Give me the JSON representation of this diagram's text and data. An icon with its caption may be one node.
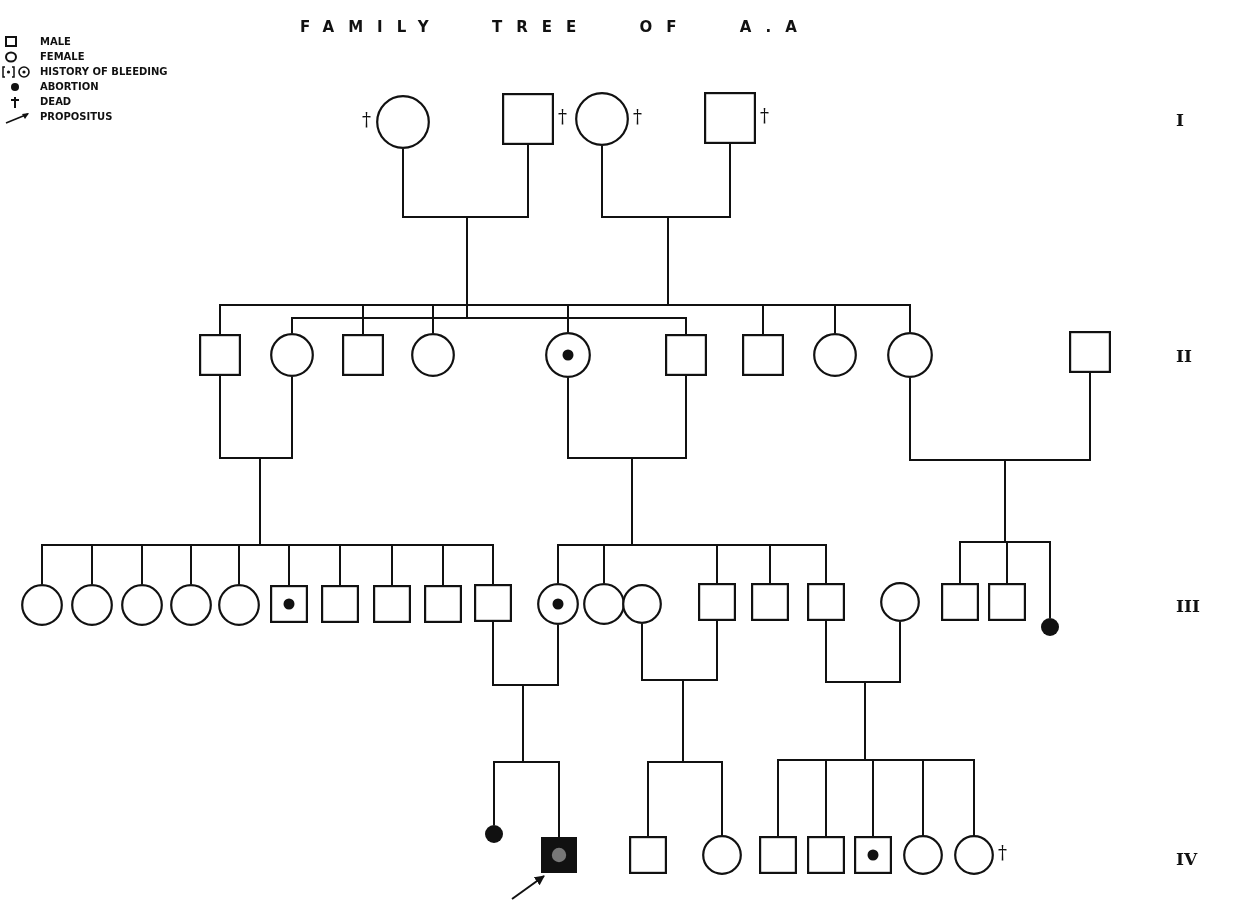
{
  "diagram": {
    "title": "FAMILY TREE OF A.A",
    "nodes": [
      {
        "text": [],
        "shape": "circle",
        "beside": [
          "†"
        ]
      },
      {
        "text": [],
        "shape": "box",
        "beside": [
          "†"
        ]
      },
      {
        "text": [],
        "shape": "circle",
        "beside": [
          "†"
        ]
      },
      {
        "text": [],
        "shape": "box",
        "beside": [
          "†"
        ]
      },
      {
        "text": [],
        "shape": "box"
      },
      {
        "text": [],
        "shape": "circle"
      },
      {
        "text": [],
        "shape": "box"
      },
      {
        "text": [],
        "shape": "circle"
      },
      {
        "text": [],
        "shape": "bullseye"
      },
      {
        "text": [],
        "shape": "box"
      },
      {
        "text": [],
        "shape": "box"
      },
      {
        "text": [],
        "shape": "circle"
      },
      {
        "text": [],
        "shape": "circle"
      },
      {
        "text": [],
        "shape": "box"
      },
      {
        "text": [],
        "shape": "circle"
      },
      {
        "text": [],
        "shape": "circle"
      },
      {
        "text": [],
        "shape": "circle"
      },
      {
        "text": [],
        "shape": "circle"
      },
      {
        "text": [],
        "shape": "circle"
      },
      {
        "text": [],
        "shape": "marked-box"
      },
      {
        "text": [],
        "shape": "box"
      },
      {
        "text": [],
        "shape": "box"
      },
      {
        "text": [],
        "shape": "box"
      },
      {
        "text": [],
        "shape": "box"
      },
      {
        "text": [],
        "shape": "bullseye"
      },
      {
        "text": [],
        "shape": "circle"
      },
      {
        "text": [],
        "shape": "circle"
      },
      {
        "text": [],
        "shape": "box"
      },
      {
        "text": [],
        "shape": "box"
      },
      {
        "text": [],
        "shape": "box"
      },
      {
        "text": [],
        "shape": "circle"
      },
      {
        "text": [],
        "shape": "box"
      },
      {
        "text": [],
        "shape": "box"
      },
      {
        "text": [],
        "shape": "dot"
      },
      {
        "text": [],
        "shape": "dot"
      },
      {
        "text": [],
        "shape": "filled-box"
      },
      {
        "text": [],
        "shape": "box"
      },
      {
        "text": [],
        "shape": "circle"
      },
      {
        "text": [],
        "shape": "box"
      },
      {
        "text": [],
        "shape": "box"
      },
      {
        "text": [],
        "shape": "marked-box"
      },
      {
        "text": [],
        "shape": "circle"
      },
      {
        "text": [],
        "shape": "circle",
        "beside": [
          "†"
        ]
      }
    ],
    "edges": [
      {
        "from": 0,
        "to": 1,
        "arrow": "none"
      },
      {
        "from": 0,
        "to": 5,
        "arrow": "none"
      },
      {
        "from": 0,
        "to": 9,
        "arrow": "none"
      },
      {
        "from": 1,
        "to": 5,
        "arrow": "none"
      },
      {
        "from": 1,
        "to": 9,
        "arrow": "none"
      },
      {
        "from": 2,
        "to": 3,
        "arrow": "none"
      },
      {
        "from": 2,
        "to": 4,
        "arrow": "none"
      },
      {
        "from": 2,
        "to": 6,
        "arrow": "none"
      },
      {
        "from": 2,
        "to": 7,
        "arrow": "none"
      },
      {
        "from": 2,
        "to": 8,
        "arrow": "none"
      },
      {
        "from": 2,
        "to": 10,
        "arrow": "none"
      },
      {
        "from": 2,
        "to": 11,
        "arrow": "none"
      },
      {
        "from": 2,
        "to": 12,
        "arrow": "none"
      },
      {
        "from": 3,
        "to": 4,
        "arrow": "none"
      },
      {
        "from": 3,
        "to": 6,
        "arrow": "none"
      },
      {
        "from": 3,
        "to": 7,
        "arrow": "none"
      },
      {
        "from": 3,
        "to": 8,
        "arrow": "none"
      },
      {
        "from": 3,
        "to": 10,
        "arrow": "none"
      },
      {
        "from": 3,
        "to": 11,
        "arrow": "none"
      },
      {
        "from": 3,
        "to": 12,
        "arrow": "none"
      },
      {
        "from": 4,
        "to": 5,
        "arrow": "none"
      },
      {
        "from": 4,
        "to": 14,
        "arrow": "none"
      },
      {
        "from": 4,
        "to": 15,
        "arrow": "none"
      },
      {
        "from": 4,
        "to": 16,
        "arrow": "none"
      },
      {
        "from": 4,
        "to": 17,
        "arrow": "none"
      },
      {
        "from": 4,
        "to": 18,
        "arrow": "none"
      },
      {
        "from": 4,
        "to": 19,
        "arrow": "none"
      },
      {
        "from": 4,
        "to": 20,
        "arrow": "none"
      },
      {
        "from": 4,
        "to": 21,
        "arrow": "none"
      },
      {
        "from": 4,
        "to": 22,
        "arrow": "none"
      },
      {
        "from": 4,
        "to": 23,
        "arrow": "none"
      },
      {
        "from": 5,
        "to": 14,
        "arrow": "none"
      },
      {
        "from": 5,
        "to": 15,
        "arrow": "none"
      },
      {
        "from": 5,
        "to": 16,
        "arrow": "none"
      },
      {
        "from": 5,
        "to": 17,
        "arrow": "none"
      },
      {
        "from": 5,
        "to": 18,
        "arrow": "none"
      },
      {
        "from": 5,
        "to": 19,
        "arrow": "none"
      },
      {
        "from": 5,
        "to": 20,
        "arrow": "none"
      },
      {
        "from": 5,
        "to": 21,
        "arrow": "none"
      },
      {
        "from": 5,
        "to": 22,
        "arrow": "none"
      },
      {
        "from": 5,
        "to": 23,
        "arrow": "none"
      },
      {
        "from": 8,
        "to": 9,
        "arrow": "none"
      },
      {
        "from": 8,
        "to": 24,
        "arrow": "none"
      },
      {
        "from": 8,
        "to": 25,
        "arrow": "none"
      },
      {
        "from": 8,
        "to": 27,
        "arrow": "none"
      },
      {
        "from": 8,
        "to": 28,
        "arrow": "none"
      },
      {
        "from": 8,
        "to": 29,
        "arrow": "none"
      },
      {
        "from": 9,
        "to": 24,
        "arrow": "none"
      },
      {
        "from": 9,
        "to": 25,
        "arrow": "none"
      },
      {
        "from": 9,
        "to": 27,
        "arrow": "none"
      },
      {
        "from": 9,
        "to": 28,
        "arrow": "none"
      },
      {
        "from": 9,
        "to": 29,
        "arrow": "none"
      },
      {
        "from": 12,
        "to": 13,
        "arrow": "none"
      },
      {
        "from": 12,
        "to": 31,
        "arrow": "none"
      },
      {
        "from": 12,
        "to": 32,
        "arrow": "none"
      },
      {
        "from": 12,
        "to": 33,
        "arrow": "none"
      },
      {
        "from": 13,
        "to": 31,
        "arrow": "none"
      },
      {
        "from": 13,
        "to": 32,
        "arrow": "none"
      },
      {
        "from": 13,
        "to": 33,
        "arrow": "none"
      },
      {
        "from": 23,
        "to": 24,
        "arrow": "none"
      },
      {
        "from": 23,
        "to": 34,
        "arrow": "none"
      },
      {
        "from": 23,
        "to": 35,
        "arrow": "none"
      },
      {
        "from": 24,
        "to": 34,
        "arrow": "none"
      },
      {
        "from": 24,
        "to": 35,
        "arrow": "none"
      },
      {
        "from": 26,
        "to": 27,
        "arrow": "none"
      },
      {
        "from": 26,
        "to": 36,
        "arrow": "none"
      },
      {
        "from": 26,
        "to": 37,
        "arrow": "none"
      },
      {
        "from": 27,
        "to": 36,
        "arrow": "none"
      },
      {
        "from": 27,
        "to": 37,
        "arrow": "none"
      },
      {
        "from": 29,
        "to": 30,
        "arrow": "none"
      },
      {
        "from": 29,
        "to": 38,
        "arrow": "none"
      },
      {
        "from": 29,
        "to": 39,
        "arrow": "none"
      },
      {
        "from": 29,
        "to": 40,
        "arrow": "none"
      },
      {
        "from": 29,
        "to": 41,
        "arrow": "none"
      },
      {
        "from": 29,
        "to": 42,
        "arrow": "none"
      },
      {
        "from": 30,
        "to": 38,
        "arrow": "none"
      },
      {
        "from": 30,
        "to": 39,
        "arrow": "none"
      },
      {
        "from": 30,
        "to": 40,
        "arrow": "none"
      },
      {
        "from": 30,
        "to": 41,
        "arrow": "none"
      },
      {
        "from": 30,
        "to": 42,
        "arrow": "none"
      },
      {
        "from": null,
        "to": 35,
        "arrow": "to"
      }
    ],
    "labels": [
      "I",
      "II",
      "III",
      "IV"
    ],
    "legend": [
      {
        "text": "MALE"
      },
      {
        "text": "FEMALE"
      },
      {
        "text": "HISTORY OF BLEEDING"
      },
      {
        "text": "ABORTION"
      },
      {
        "text": "DEAD"
      },
      {
        "text": "PROPOSITUS"
      }
    ]
  }
}
